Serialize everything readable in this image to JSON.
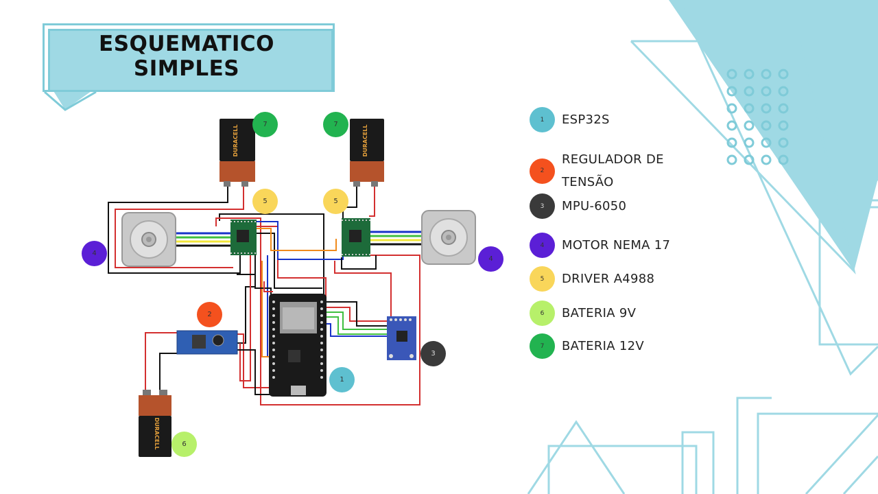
{
  "title": {
    "line1": "ESQUEMATICO",
    "line2": "SIMPLES"
  },
  "legend": [
    {
      "num": "1",
      "label": "ESP32S",
      "color": "#5ec0d0"
    },
    {
      "num": "2",
      "label_line1": "REGULADOR DE",
      "label_line2": "TENSÃO",
      "color": "#f4511e"
    },
    {
      "num": "3",
      "label": "MPU-6050",
      "color": "#3a3a3a"
    },
    {
      "num": "4",
      "label": "MOTOR NEMA 17",
      "color": "#5b1fd6"
    },
    {
      "num": "5",
      "label": "DRIVER A4988",
      "color": "#f9d65a"
    },
    {
      "num": "6",
      "label": "BATERIA 9V",
      "color": "#b7f06a"
    },
    {
      "num": "7",
      "label": "BATERIA 12V",
      "color": "#22b350"
    }
  ],
  "markers": {
    "esp32": "1",
    "regulator": "2",
    "mpu": "3",
    "motor_left": "4",
    "motor_right": "4",
    "driver_left": "5",
    "driver_right": "5",
    "battery_9v": "6",
    "battery_12v_left": "7",
    "battery_12v_right": "7"
  },
  "battery_brand": "DURACELL",
  "colors": {
    "accent": "#9fd9e4",
    "accent_line": "#7fcbd8",
    "wire_red": "#d32f2f",
    "wire_black": "#111111",
    "wire_blue": "#1733c9",
    "wire_green": "#3fbf3f",
    "wire_yellow": "#f2e63a",
    "wire_orange": "#f08a1c"
  }
}
